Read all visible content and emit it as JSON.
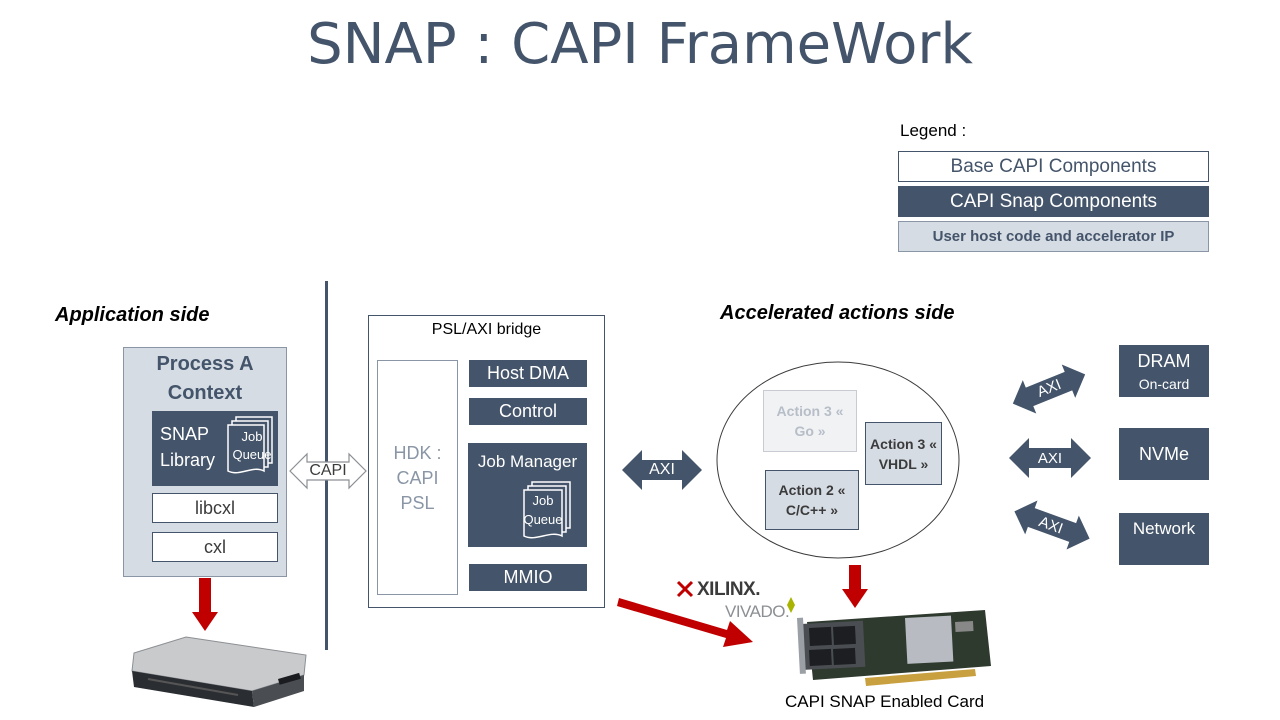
{
  "title": "SNAP : CAPI FrameWork",
  "legend": {
    "label": "Legend :",
    "items": [
      "Base CAPI Components",
      "CAPI Snap Components",
      "User host code and accelerator IP"
    ]
  },
  "application": {
    "heading": "Application side",
    "process_title": "Process A Context",
    "snap_library": "SNAP Library",
    "job_queue": "Job Queue",
    "libcxl": "libcxl",
    "cxl": "cxl"
  },
  "capi_label": "CAPI",
  "bridge": {
    "title": "PSL/AXI bridge",
    "hdk": "HDK : CAPI PSL",
    "host_dma": "Host DMA",
    "control": "Control",
    "job_manager": "Job Manager",
    "job_queue": "Job Queue",
    "mmio": "MMIO"
  },
  "axi_label": "AXI",
  "accel": {
    "heading": "Accelerated actions side",
    "action3_go": "Action 3 « Go »",
    "action3_vhdl": "Action 3 « VHDL »",
    "action2": "Action 2 « C/C++ »"
  },
  "right": {
    "dram": "DRAM",
    "dram_sub": "On-card",
    "nvme": "NVMe",
    "network": "Network"
  },
  "logos": {
    "xilinx": "XILINX.",
    "vivado": "VIVADO."
  },
  "card_caption": "CAPI SNAP Enabled Card"
}
